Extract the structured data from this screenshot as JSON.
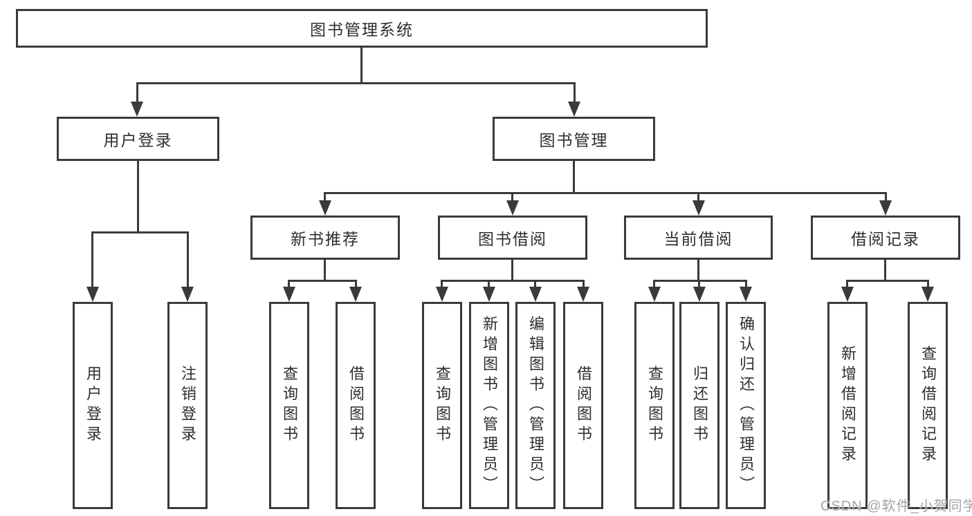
{
  "diagram_type": "hierarchy-tree",
  "nodes": {
    "root": {
      "label": "图书管理系统"
    },
    "level2": [
      {
        "label": "用户登录",
        "parent": "图书管理系统"
      },
      {
        "label": "图书管理",
        "parent": "图书管理系统"
      }
    ],
    "level3": [
      {
        "label": "新书推荐",
        "parent": "图书管理"
      },
      {
        "label": "图书借阅",
        "parent": "图书管理"
      },
      {
        "label": "当前借阅",
        "parent": "图书管理"
      },
      {
        "label": "借阅记录",
        "parent": "图书管理"
      }
    ],
    "leaves": [
      {
        "label": "用户登录",
        "parent": "用户登录"
      },
      {
        "label": "注销登录",
        "parent": "用户登录"
      },
      {
        "label": "查询图书",
        "parent": "新书推荐"
      },
      {
        "label": "借阅图书",
        "parent": "新书推荐"
      },
      {
        "label": "查询图书",
        "parent": "图书借阅"
      },
      {
        "label": "新增图书（管理员）",
        "parent": "图书借阅"
      },
      {
        "label": "编辑图书（管理员）",
        "parent": "图书借阅"
      },
      {
        "label": "借阅图书",
        "parent": "图书借阅"
      },
      {
        "label": "查询图书",
        "parent": "当前借阅"
      },
      {
        "label": "归还图书",
        "parent": "当前借阅"
      },
      {
        "label": "确认归还（管理员）",
        "parent": "当前借阅"
      },
      {
        "label": "新增借阅记录",
        "parent": "借阅记录"
      },
      {
        "label": "查询借阅记录",
        "parent": "借阅记录"
      }
    ]
  },
  "watermark": {
    "text": "CSDN @软件_小贺同学"
  },
  "colors": {
    "line": "#3a3a3a",
    "text": "#2e2e2e",
    "background": "#ffffff",
    "watermark": "#a3a3a3"
  }
}
